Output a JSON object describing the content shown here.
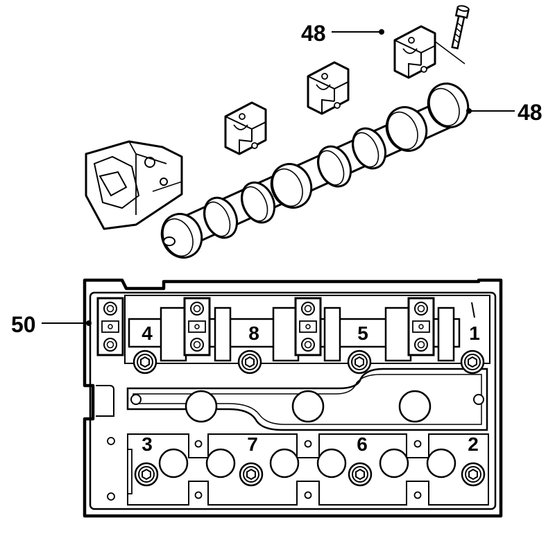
{
  "callouts": {
    "cap_upper": "48",
    "camshaft": "48",
    "head": "50"
  },
  "tightening_sequence": [
    "4",
    "8",
    "5",
    "1",
    "3",
    "7",
    "6",
    "2"
  ]
}
